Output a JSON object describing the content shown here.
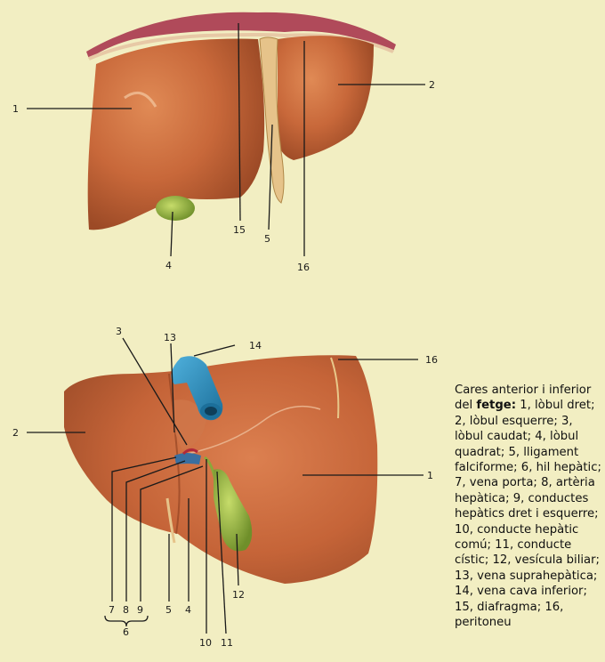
{
  "labels": {
    "top": {
      "l1": "1",
      "l2": "2",
      "l4": "4",
      "l5": "5",
      "l15": "15",
      "l16": "16"
    },
    "bottom": {
      "l1": "1",
      "l2": "2",
      "l3": "3",
      "l4": "4",
      "l5": "5",
      "l7": "7",
      "l8": "8",
      "l9": "9",
      "l6": "6",
      "l10": "10",
      "l11": "11",
      "l12": "12",
      "l13": "13",
      "l14": "14",
      "l16": "16"
    }
  },
  "caption": {
    "intro": "Cares anterior i inferior del ",
    "organ": "fetge:",
    "items": " 1, lòbul dret; 2, lòbul esquerre; 3, lòbul caudat; 4, lòbul quadrat; 5, lligament falciforme; 6, hil hepàtic; 7, vena porta; 8, artèria hepàtica; 9, conductes hepàtics dret i esquerre; 10, conducte hepàtic comú; 11, conducte cístic; 12, vesícula biliar; 13, vena suprahepàtica; 14, vena cava inferior; 15, diafragma; 16, peritoneu"
  },
  "colors": {
    "background": "#f2eec2",
    "liver": "#c8683a",
    "liver_dark": "#9c4a26",
    "diaphragm": "#b04a5a",
    "gallbladder": "#8fae3a",
    "vena_cava": "#2a8ab8"
  }
}
